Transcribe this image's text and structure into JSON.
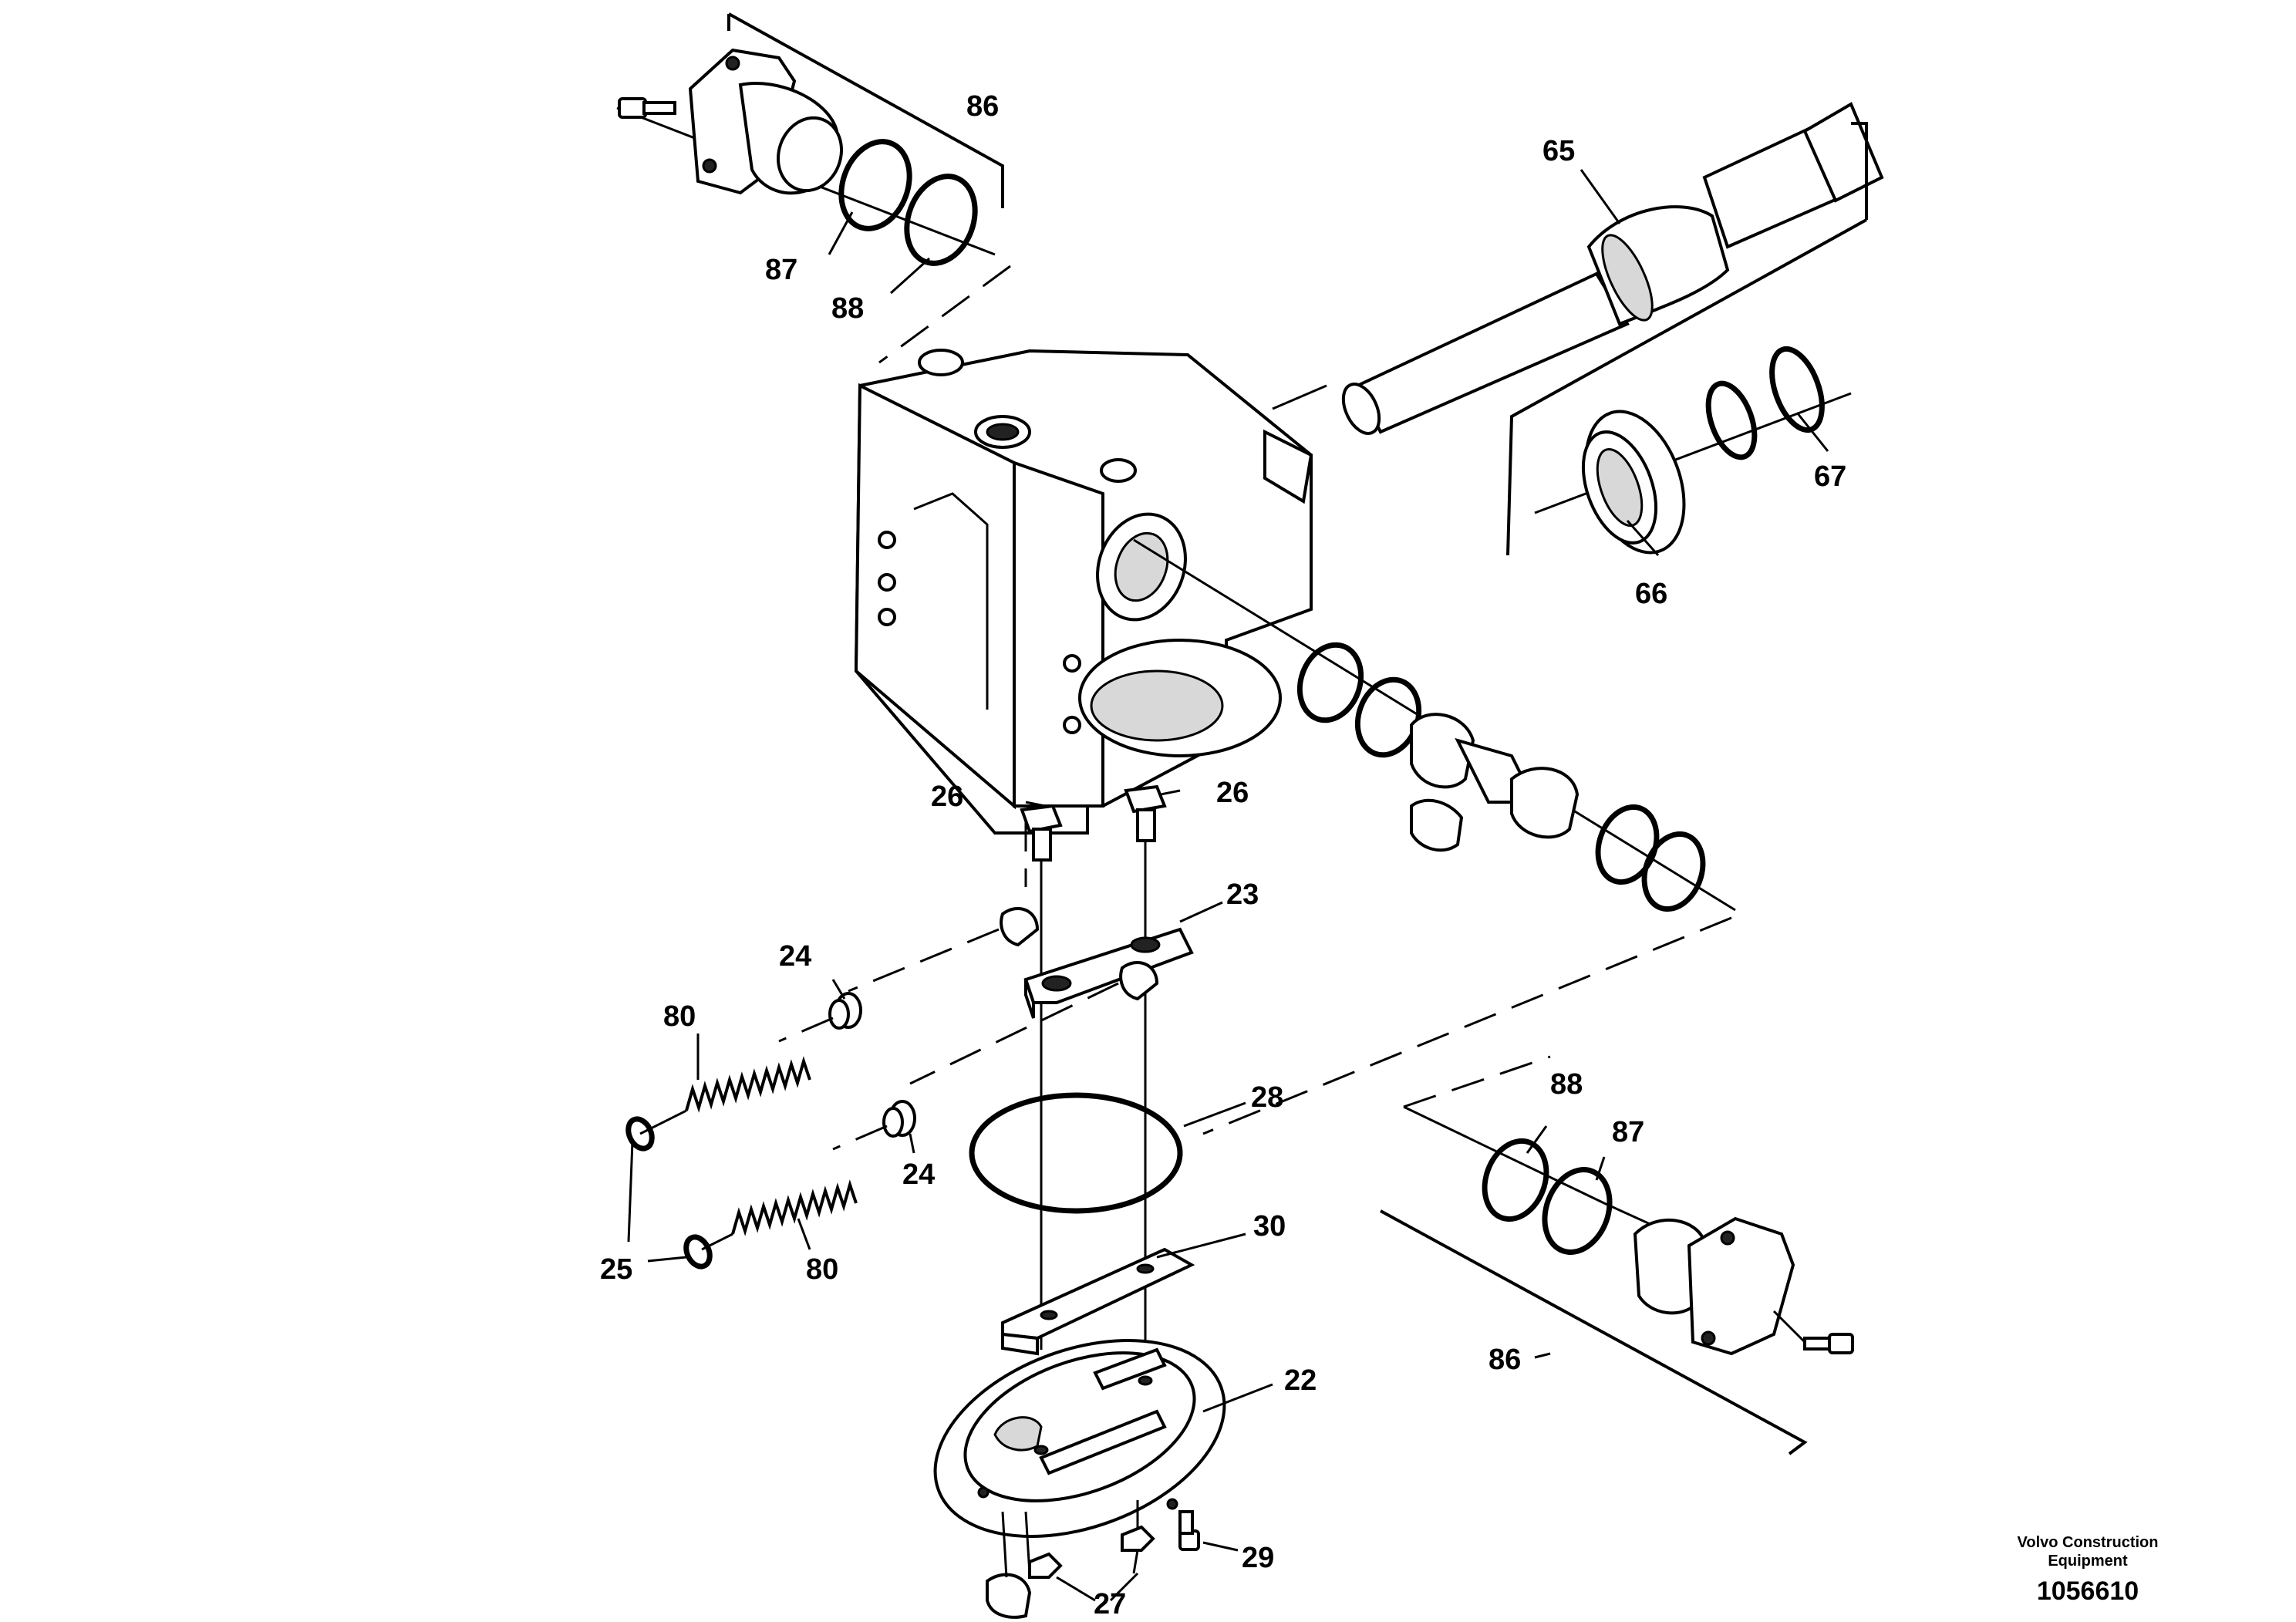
{
  "callouts": {
    "c86a": "86",
    "c87a": "87",
    "c88a": "88",
    "c65": "65",
    "c67": "67",
    "c66": "66",
    "c26a": "26",
    "c26b": "26",
    "c23": "23",
    "c24a": "24",
    "c80a": "80",
    "c28": "28",
    "c24b": "24",
    "c25": "25",
    "c80b": "80",
    "c88b": "88",
    "c87b": "87",
    "c30": "30",
    "c86b": "86",
    "c22": "22",
    "c29": "29",
    "c27": "27"
  },
  "footer": {
    "brand_line1": "Volvo Construction",
    "brand_line2": "Equipment",
    "drawing_number": "1056610"
  }
}
